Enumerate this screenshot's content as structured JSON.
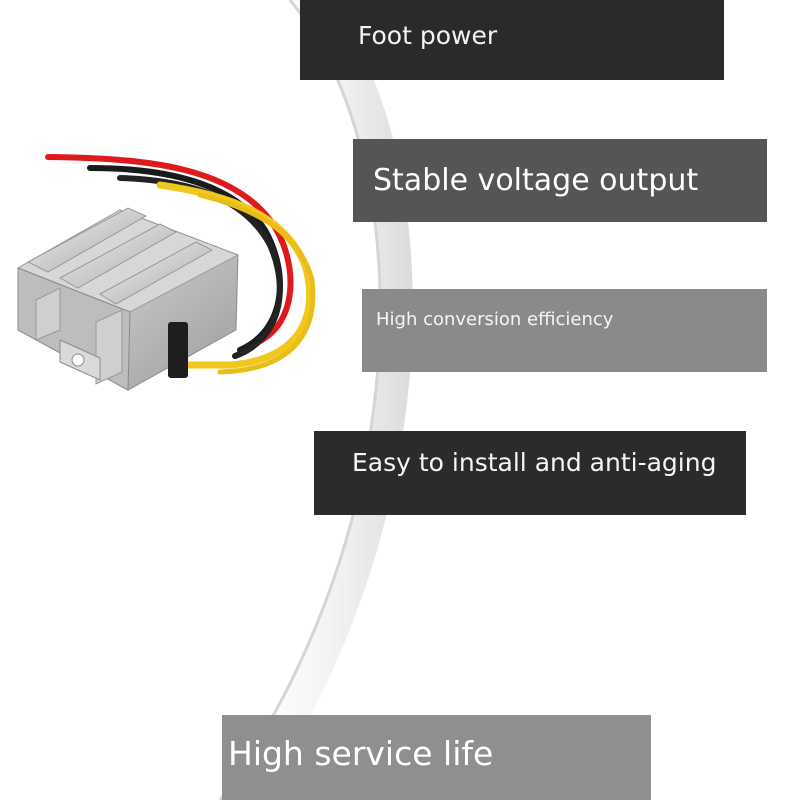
{
  "features": [
    {
      "label": "Foot power"
    },
    {
      "label": "Stable voltage output"
    },
    {
      "label": "High conversion efficiency"
    },
    {
      "label": "Easy to install and anti-aging"
    },
    {
      "label": "High service life"
    }
  ],
  "colors": {
    "background": "#ffffff",
    "banner_dark": "#2a2a2a",
    "banner_mid": "#555555",
    "banner_light": "#8a8a8a",
    "curve_shadow": "#cfcfcf"
  },
  "product_image": {
    "icon": "dc-converter-module-icon",
    "wire_colors": [
      "#e0191c",
      "#1a1a1a",
      "#f2c81f"
    ]
  }
}
